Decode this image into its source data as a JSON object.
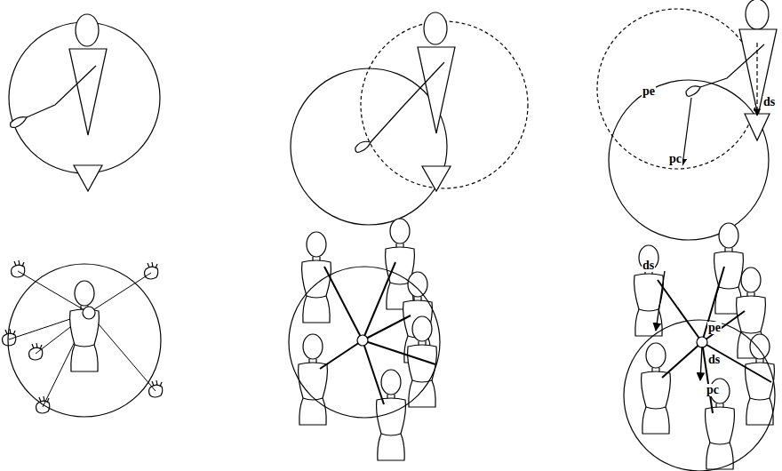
{
  "diagram": {
    "labels": [
      "pe",
      "ds",
      "pc",
      "ds",
      "pe",
      "ds",
      "pc"
    ]
  }
}
